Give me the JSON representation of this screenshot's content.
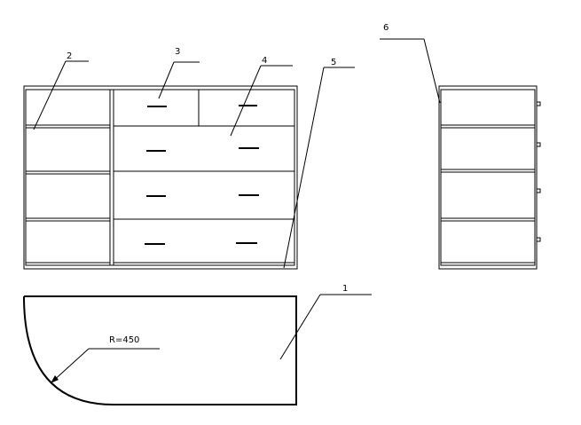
{
  "callouts": {
    "c1": "1",
    "c2": "2",
    "c3": "3",
    "c4": "4",
    "c5": "5",
    "c6": "6"
  },
  "dimension": {
    "radius": "R=450"
  },
  "colors": {
    "line": "#000000",
    "background": "#ffffff"
  }
}
